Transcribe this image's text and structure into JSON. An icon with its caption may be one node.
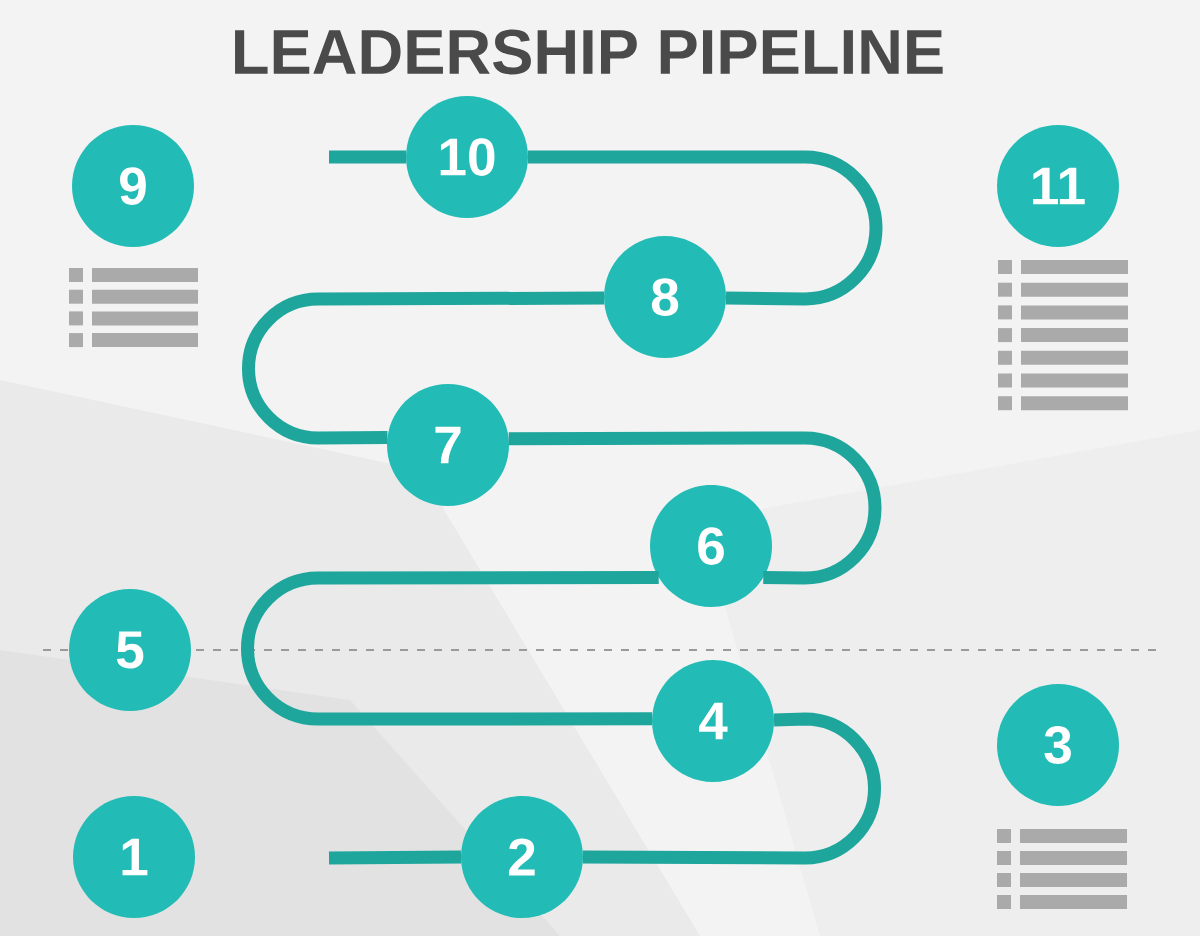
{
  "diagram": {
    "title": "LEADERSHIP PIPELINE",
    "nodes": [
      {
        "text": [
          "1"
        ]
      },
      {
        "text": [
          "2"
        ]
      },
      {
        "text": [
          "3"
        ]
      },
      {
        "text": [
          "4"
        ]
      },
      {
        "text": [
          "5"
        ]
      },
      {
        "text": [
          "6"
        ]
      },
      {
        "text": [
          "7"
        ]
      },
      {
        "text": [
          "8"
        ]
      },
      {
        "text": [
          "9"
        ]
      },
      {
        "text": [
          "10"
        ]
      },
      {
        "text": [
          "11"
        ]
      }
    ],
    "edges": [
      {
        "from": null,
        "to": 1,
        "arrow": "none"
      },
      {
        "from": 1,
        "to": 3,
        "arrow": "none"
      },
      {
        "from": 3,
        "to": 5,
        "arrow": "none"
      },
      {
        "from": 5,
        "to": 6,
        "arrow": "none"
      },
      {
        "from": 6,
        "to": 7,
        "arrow": "none"
      },
      {
        "from": 7,
        "to": 9,
        "arrow": "none"
      },
      {
        "from": 9,
        "to": null,
        "arrow": "none"
      }
    ]
  }
}
